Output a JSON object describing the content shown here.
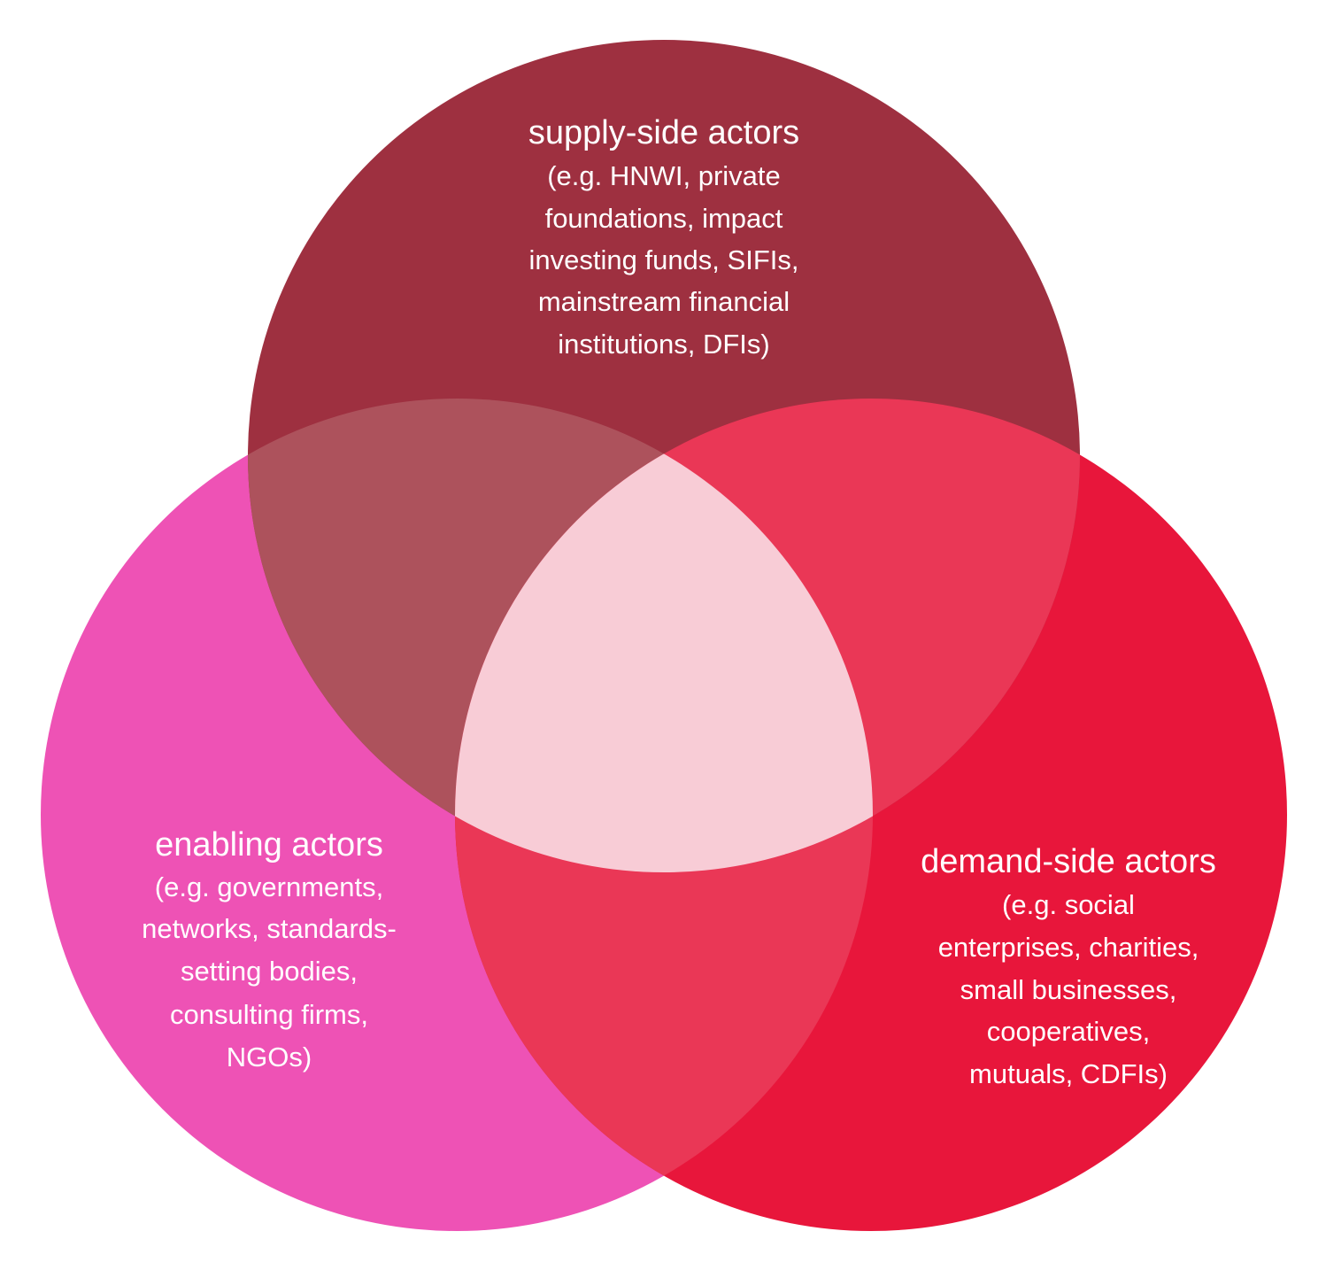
{
  "colors": {
    "supply": "#9E3040",
    "enabling": "#EE52B5",
    "demand": "#E8163B",
    "supply_enabling": "#AD525C",
    "supply_demand": "#EA3756",
    "enabling_demand": "#EA3756",
    "center": "#F8CCD6",
    "text": "#FFFFFF"
  },
  "sets": {
    "supply": {
      "title": "supply-side actors",
      "lines": [
        "(e.g. HNWI, private",
        "foundations, impact",
        "investing funds, SIFIs,",
        "mainstream financial",
        "institutions, DFIs)"
      ]
    },
    "enabling": {
      "title": "enabling actors",
      "lines": [
        "(e.g. governments,",
        "networks, standards-",
        "setting bodies,",
        "consulting firms,",
        "NGOs)"
      ]
    },
    "demand": {
      "title": "demand-side actors",
      "lines": [
        "(e.g. social",
        "enterprises, charities,",
        "small businesses,",
        "cooperatives,",
        "mutuals, CDFIs)"
      ]
    }
  }
}
